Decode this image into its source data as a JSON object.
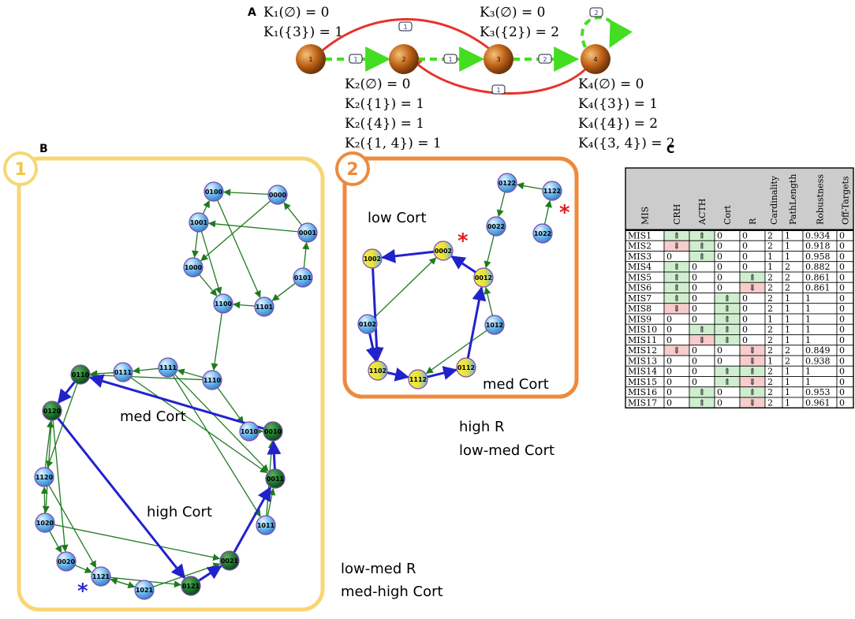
{
  "panels": {
    "A": "A",
    "B": "B",
    "C": "C"
  },
  "panelA": {
    "nodes": [
      "1",
      "2",
      "3",
      "4"
    ],
    "edge_labels": {
      "n1_n2": "1",
      "n2_n3": "1",
      "n3_n4": "2",
      "n4_self": "2",
      "n3_n1": "1",
      "n4_n2": "1"
    },
    "equations": {
      "k1": [
        "K₁(∅) = 0",
        "K₁({3}) = 1"
      ],
      "k3": [
        "K₃(∅) = 0",
        "K₃({2}) = 2"
      ],
      "k2": [
        "K₂(∅) = 0",
        "K₂({1}) = 1",
        "K₂({4}) = 1",
        "K₂({1, 4}) = 1"
      ],
      "k4": [
        "K₄(∅) = 0",
        "K₄({3}) = 1",
        "K₄({4}) = 2",
        "K₄({3, 4}) = 2"
      ]
    }
  },
  "panelB": {
    "attractor1": {
      "badge": "1",
      "region_labels": [
        "med Cort",
        "high Cort"
      ],
      "caption": [
        "low-med R",
        "med-high Cort"
      ],
      "star_color": "#2a2ad8",
      "nodes": [
        "0100",
        "0000",
        "1001",
        "0001",
        "1000",
        "0101",
        "1100",
        "1101",
        "0111",
        "1111",
        "1110",
        "0110",
        "1010",
        "0120",
        "0010",
        "1120",
        "0011",
        "1020",
        "1011",
        "0020",
        "0021",
        "1121",
        "1021",
        "0121"
      ]
    },
    "attractor2": {
      "badge": "2",
      "region_labels": [
        "low Cort",
        "med Cort"
      ],
      "caption": [
        "high R",
        "low-med Cort"
      ],
      "star_color": "#e02020",
      "nodes": [
        "0122",
        "1122",
        "0022",
        "1022",
        "1002",
        "0002",
        "0012",
        "0102",
        "1012",
        "1102",
        "1112",
        "0112"
      ]
    }
  },
  "panelC": {
    "headers": [
      "MIS",
      "CRH",
      "ACTH",
      "Cort",
      "R",
      "Cardinality",
      "PathLength",
      "Robustness",
      "Off-Targets"
    ],
    "rows": [
      [
        "MIS1",
        "⇑",
        "⇑",
        "0",
        "0",
        "2",
        "1",
        "0.934",
        "0"
      ],
      [
        "MIS2",
        "⇓",
        "⇑",
        "0",
        "0",
        "2",
        "1",
        "0.918",
        "0"
      ],
      [
        "MIS3",
        "0",
        "⇑",
        "0",
        "0",
        "1",
        "1",
        "0.958",
        "0"
      ],
      [
        "MIS4",
        "⇑",
        "0",
        "0",
        "0",
        "1",
        "2",
        "0.882",
        "0"
      ],
      [
        "MIS5",
        "⇑",
        "0",
        "0",
        "⇑",
        "2",
        "2",
        "0.861",
        "0"
      ],
      [
        "MIS6",
        "⇑",
        "0",
        "0",
        "⇓",
        "2",
        "2",
        "0.861",
        "0"
      ],
      [
        "MIS7",
        "⇑",
        "0",
        "⇑",
        "0",
        "2",
        "1",
        "1",
        "0"
      ],
      [
        "MIS8",
        "⇓",
        "0",
        "⇑",
        "0",
        "2",
        "1",
        "1",
        "0"
      ],
      [
        "MIS9",
        "0",
        "0",
        "⇑",
        "0",
        "1",
        "1",
        "1",
        "0"
      ],
      [
        "MIS10",
        "0",
        "⇑",
        "⇑",
        "0",
        "2",
        "1",
        "1",
        "0"
      ],
      [
        "MIS11",
        "0",
        "⇓",
        "⇑",
        "0",
        "2",
        "1",
        "1",
        "0"
      ],
      [
        "MIS12",
        "⇓",
        "0",
        "0",
        "⇓",
        "2",
        "2",
        "0.849",
        "0"
      ],
      [
        "MIS13",
        "0",
        "0",
        "0",
        "⇓",
        "1",
        "2",
        "0.938",
        "0"
      ],
      [
        "MIS14",
        "0",
        "0",
        "⇑",
        "⇑",
        "2",
        "1",
        "1",
        "0"
      ],
      [
        "MIS15",
        "0",
        "0",
        "⇑",
        "⇓",
        "2",
        "1",
        "1",
        "0"
      ],
      [
        "MIS16",
        "0",
        "⇑",
        "0",
        "⇑",
        "2",
        "1",
        "0.953",
        "0"
      ],
      [
        "MIS17",
        "0",
        "⇑",
        "0",
        "⇓",
        "2",
        "1",
        "0.961",
        "0"
      ]
    ],
    "colors": {
      "up": "#cfeecf",
      "down": "#f6cccc",
      "header_bg": "#cccccc"
    }
  },
  "colors": {
    "attractor1_frame": "#f7d774",
    "attractor2_frame": "#ee8a3c",
    "activation_edge": "#44dd22",
    "inhibition_edge": "#e8322a",
    "graph_edge": "#1f7a1f",
    "cycle_edge": "#2222cc",
    "node_blue": "#6ab4ec",
    "node_green": "#1e7a2e",
    "node_yellow": "#e8e23a",
    "sphere": "#c2651a"
  }
}
